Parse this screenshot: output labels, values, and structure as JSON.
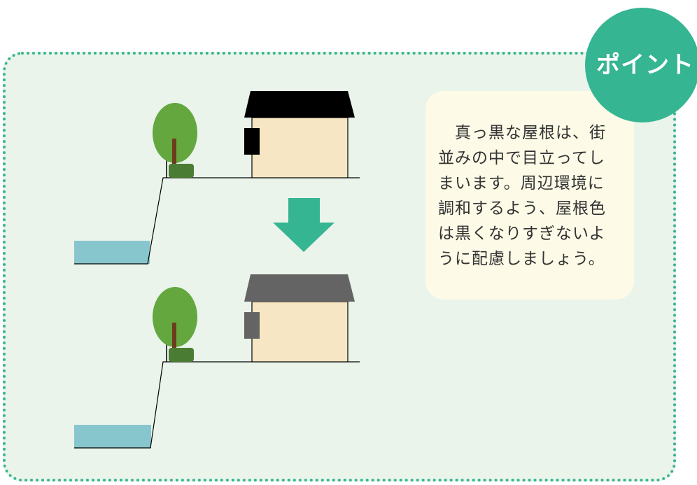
{
  "badge": {
    "label": "ポイント"
  },
  "note": {
    "text": "　真っ黒な屋根は、街\n並みの中で目立ってし\nまいます。周辺環境に\n調和するよう、屋根色\nは黒くなりすぎないよ\nうに配慮しましょう。"
  },
  "colors": {
    "panel_bg": "#eaf4ea",
    "accent": "#35b592",
    "note_bg": "#fdfbe7",
    "wall": "#f7e6c3",
    "tree": "#64a73f",
    "trunk": "#6b3d1e",
    "shrub": "#4b7c33",
    "water": "#88c6cd",
    "roof_before": "#000000",
    "roof_after": "#646464"
  },
  "scenes": [
    {
      "id": "before",
      "roof_color": "black",
      "icon": "house-black-roof"
    },
    {
      "id": "after",
      "roof_color": "gray",
      "icon": "house-gray-roof"
    }
  ],
  "arrow": {
    "icon": "down-arrow-icon"
  }
}
